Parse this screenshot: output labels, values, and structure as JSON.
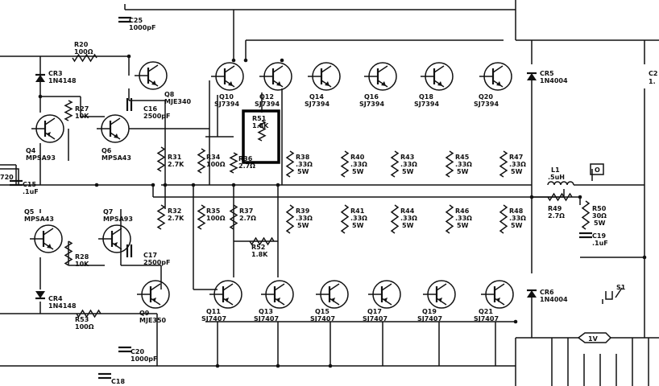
{
  "transistors": [
    {
      "id": "Q8",
      "ref": "Q8",
      "part": "MJE340",
      "type": "npn"
    },
    {
      "id": "Q10",
      "ref": "Q10",
      "part": "SJ7394",
      "type": "npn"
    },
    {
      "id": "Q12",
      "ref": "Q12",
      "part": "SJ7394",
      "type": "npn"
    },
    {
      "id": "Q14",
      "ref": "Q14",
      "part": "SJ7394",
      "type": "npn"
    },
    {
      "id": "Q16",
      "ref": "Q16",
      "part": "SJ7394",
      "type": "npn"
    },
    {
      "id": "Q18",
      "ref": "Q18",
      "part": "SJ7394",
      "type": "npn"
    },
    {
      "id": "Q20",
      "ref": "Q20",
      "part": "SJ7394",
      "type": "npn"
    },
    {
      "id": "Q4",
      "ref": "Q4",
      "part": "MPSA93",
      "type": "pnp"
    },
    {
      "id": "Q6",
      "ref": "Q6",
      "part": "MPSA43",
      "type": "npn"
    },
    {
      "id": "Q5",
      "ref": "Q5",
      "part": "MPSA43",
      "type": "npn"
    },
    {
      "id": "Q7",
      "ref": "Q7",
      "part": "MPSA93",
      "type": "pnp"
    },
    {
      "id": "Q9",
      "ref": "Q9",
      "part": "MJE350",
      "type": "pnp"
    },
    {
      "id": "Q11",
      "ref": "Q11",
      "part": "SJ7407",
      "type": "pnp"
    },
    {
      "id": "Q13",
      "ref": "Q13",
      "part": "SJ7407",
      "type": "pnp"
    },
    {
      "id": "Q15",
      "ref": "Q15",
      "part": "SJ7407",
      "type": "pnp"
    },
    {
      "id": "Q17",
      "ref": "Q17",
      "part": "SJ7407",
      "type": "pnp"
    },
    {
      "id": "Q19",
      "ref": "Q19",
      "part": "SJ7407",
      "type": "pnp"
    },
    {
      "id": "Q21",
      "ref": "Q21",
      "part": "SJ7407",
      "type": "pnp"
    }
  ],
  "resistors": [
    {
      "id": "R20",
      "ref": "R20",
      "value": "100Ω"
    },
    {
      "id": "R27",
      "ref": "R27",
      "value": "10K"
    },
    {
      "id": "R28",
      "ref": "R28",
      "value": "10K"
    },
    {
      "id": "R31",
      "ref": "R31",
      "value": "2.7K"
    },
    {
      "id": "R32",
      "ref": "R32",
      "value": "2.7K"
    },
    {
      "id": "R34",
      "ref": "R34",
      "value": "100Ω"
    },
    {
      "id": "R35",
      "ref": "R35",
      "value": "100Ω"
    },
    {
      "id": "R36",
      "ref": "R36",
      "value": "2.7Ω"
    },
    {
      "id": "R37",
      "ref": "R37",
      "value": "2.7Ω"
    },
    {
      "id": "R51",
      "ref": "R51",
      "value": "1.8K"
    },
    {
      "id": "R52",
      "ref": "R52",
      "value": "1.8K"
    },
    {
      "id": "R53",
      "ref": "R53",
      "value": "100Ω"
    },
    {
      "id": "R38",
      "ref": "R38",
      "value": ".33Ω",
      "watt": "5W"
    },
    {
      "id": "R40",
      "ref": "R40",
      "value": ".33Ω",
      "watt": "5W"
    },
    {
      "id": "R43",
      "ref": "R43",
      "value": ".33Ω",
      "watt": "5W"
    },
    {
      "id": "R45",
      "ref": "R45",
      "value": ".33Ω",
      "watt": "5W"
    },
    {
      "id": "R47",
      "ref": "R47",
      "value": ".33Ω",
      "watt": "5W"
    },
    {
      "id": "R39",
      "ref": "R39",
      "value": ".33Ω",
      "watt": "5W"
    },
    {
      "id": "R41",
      "ref": "R41",
      "value": ".33Ω",
      "watt": "5W"
    },
    {
      "id": "R44",
      "ref": "R44",
      "value": ".33Ω",
      "watt": "5W"
    },
    {
      "id": "R46",
      "ref": "R46",
      "value": ".33Ω",
      "watt": "5W"
    },
    {
      "id": "R48",
      "ref": "R48",
      "value": ".33Ω",
      "watt": "5W"
    },
    {
      "id": "R49",
      "ref": "R49",
      "value": "2.7Ω"
    },
    {
      "id": "R50",
      "ref": "R50",
      "value": "30Ω",
      "watt": "5W"
    }
  ],
  "capacitors": [
    {
      "id": "C25",
      "ref": "C25",
      "value": "1000pF"
    },
    {
      "id": "C16",
      "ref": "C16",
      "value": "2500pF"
    },
    {
      "id": "C17",
      "ref": "C17",
      "value": "2500pF"
    },
    {
      "id": "C15",
      "ref": "C15",
      "value": ".1uF"
    },
    {
      "id": "C19",
      "ref": "C19",
      "value": ".1uF"
    },
    {
      "id": "C20",
      "ref": "C20",
      "value": "1000pF"
    },
    {
      "id": "C18",
      "ref": "C18",
      "value": ""
    }
  ],
  "diodes": [
    {
      "id": "CR3",
      "ref": "CR3",
      "part": "1N4148"
    },
    {
      "id": "CR4",
      "ref": "CR4",
      "part": "1N4148"
    },
    {
      "id": "CR5",
      "ref": "CR5",
      "part": "1N4004"
    },
    {
      "id": "CR6",
      "ref": "CR6",
      "part": "1N4004"
    }
  ],
  "inductor": {
    "ref": "L1",
    "value": ".5uH"
  },
  "switch": {
    "ref": "S1"
  },
  "edge_labels": {
    "c2_partial": "C2",
    "c2_value_partial": "1.",
    "c15_side": "720",
    "tag_o": "O",
    "tag_1v": "1V"
  },
  "highlight": "R51"
}
